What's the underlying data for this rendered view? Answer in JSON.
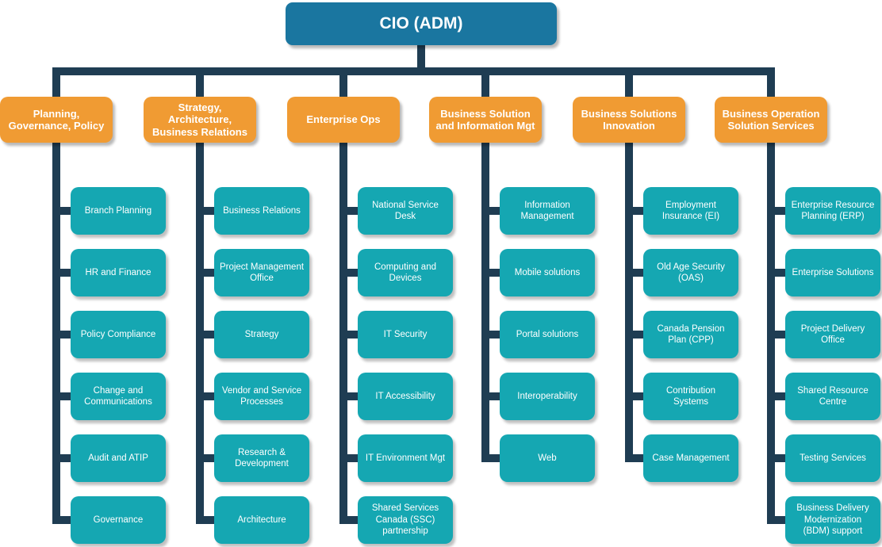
{
  "root": {
    "label": "CIO (ADM)"
  },
  "colors": {
    "root_bg": "#1a76a0",
    "branch_bg": "#f09b33",
    "leaf_bg": "#15a7b2",
    "connector": "#1f3d53",
    "text": "#ffffff"
  },
  "columns": [
    {
      "label": "Planning, Governance, Policy",
      "children": [
        "Branch Planning",
        "HR and Finance",
        "Policy Compliance",
        "Change and Communications",
        "Audit and ATIP",
        "Governance"
      ]
    },
    {
      "label": "Strategy, Architecture, Business Relations",
      "children": [
        "Business Relations",
        "Project Management Office",
        "Strategy",
        "Vendor and Service Processes",
        "Research & Development",
        "Architecture"
      ]
    },
    {
      "label": "Enterprise Ops",
      "children": [
        "National Service Desk",
        "Computing and Devices",
        "IT Security",
        "IT Accessibility",
        "IT Environment Mgt",
        "Shared Services Canada (SSC) partnership"
      ]
    },
    {
      "label": "Business Solution and Information Mgt",
      "children": [
        "Information Management",
        "Mobile solutions",
        "Portal solutions",
        "Interoperability",
        "Web"
      ]
    },
    {
      "label": "Business Solutions Innovation",
      "children": [
        "Employment Insurance (EI)",
        "Old Age Security (OAS)",
        "Canada Pension Plan (CPP)",
        "Contribution Systems",
        "Case Management"
      ]
    },
    {
      "label": "Business Operation Solution Services",
      "children": [
        "Enterprise Resource Planning (ERP)",
        "Enterprise Solutions",
        "Project Delivery Office",
        "Shared Resource Centre",
        "Testing Services",
        "Business Delivery Modernization (BDM) support"
      ]
    }
  ]
}
